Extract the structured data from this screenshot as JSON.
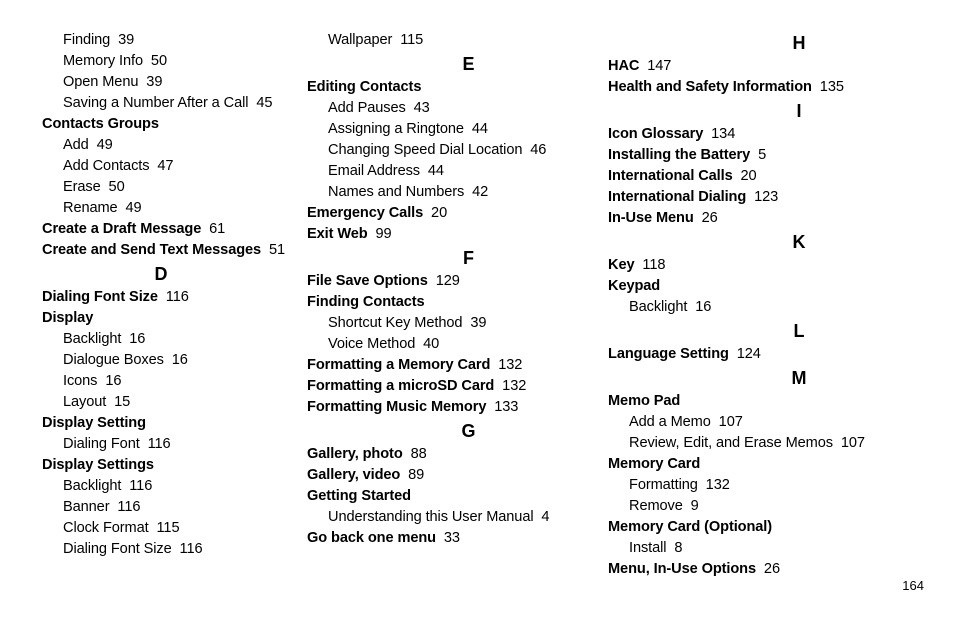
{
  "page": {
    "number": "164",
    "type": "index"
  },
  "columns": [
    {
      "name": "column-1",
      "lines": [
        {
          "kind": "sub",
          "label": "Finding",
          "page": "39"
        },
        {
          "kind": "sub",
          "label": "Memory Info",
          "page": "50"
        },
        {
          "kind": "sub",
          "label": "Open Menu",
          "page": "39"
        },
        {
          "kind": "sub",
          "label": "Saving a Number After a Call",
          "page": "45"
        },
        {
          "kind": "main",
          "label": "Contacts Groups",
          "page": ""
        },
        {
          "kind": "sub",
          "label": "Add",
          "page": "49"
        },
        {
          "kind": "sub",
          "label": "Add Contacts",
          "page": "47"
        },
        {
          "kind": "sub",
          "label": "Erase",
          "page": "50"
        },
        {
          "kind": "sub",
          "label": "Rename",
          "page": "49"
        },
        {
          "kind": "main",
          "label": "Create a Draft Message",
          "page": "61"
        },
        {
          "kind": "main",
          "label": "Create and Send Text Messages",
          "page": "51"
        },
        {
          "kind": "letter",
          "label": "D",
          "page": ""
        },
        {
          "kind": "main",
          "label": "Dialing Font Size",
          "page": "116"
        },
        {
          "kind": "main",
          "label": "Display",
          "page": ""
        },
        {
          "kind": "sub",
          "label": "Backlight",
          "page": "16"
        },
        {
          "kind": "sub",
          "label": "Dialogue Boxes",
          "page": "16"
        },
        {
          "kind": "sub",
          "label": "Icons",
          "page": "16"
        },
        {
          "kind": "sub",
          "label": "Layout",
          "page": "15"
        },
        {
          "kind": "main",
          "label": "Display Setting",
          "page": ""
        },
        {
          "kind": "sub",
          "label": "Dialing Font",
          "page": "116"
        },
        {
          "kind": "main",
          "label": "Display Settings",
          "page": ""
        },
        {
          "kind": "sub",
          "label": "Backlight",
          "page": "116"
        },
        {
          "kind": "sub",
          "label": "Banner",
          "page": "116"
        },
        {
          "kind": "sub",
          "label": "Clock Format",
          "page": "115"
        },
        {
          "kind": "sub",
          "label": "Dialing Font Size",
          "page": "116"
        }
      ]
    },
    {
      "name": "column-2",
      "lines": [
        {
          "kind": "sub",
          "label": "Wallpaper",
          "page": "115"
        },
        {
          "kind": "letter",
          "label": "E",
          "page": ""
        },
        {
          "kind": "main",
          "label": "Editing Contacts",
          "page": ""
        },
        {
          "kind": "sub",
          "label": "Add Pauses",
          "page": "43"
        },
        {
          "kind": "sub",
          "label": "Assigning a Ringtone",
          "page": "44"
        },
        {
          "kind": "sub",
          "label": "Changing Speed Dial Location",
          "page": "46"
        },
        {
          "kind": "sub",
          "label": "Email Address",
          "page": "44"
        },
        {
          "kind": "sub",
          "label": "Names and Numbers",
          "page": "42"
        },
        {
          "kind": "main",
          "label": "Emergency Calls",
          "page": "20"
        },
        {
          "kind": "main",
          "label": "Exit Web",
          "page": "99"
        },
        {
          "kind": "letter",
          "label": "F",
          "page": ""
        },
        {
          "kind": "main",
          "label": "File Save Options",
          "page": "129"
        },
        {
          "kind": "main",
          "label": "Finding Contacts",
          "page": ""
        },
        {
          "kind": "sub",
          "label": "Shortcut Key Method",
          "page": "39"
        },
        {
          "kind": "sub",
          "label": "Voice Method",
          "page": "40"
        },
        {
          "kind": "main",
          "label": "Formatting a Memory Card",
          "page": "132"
        },
        {
          "kind": "main",
          "label": "Formatting a microSD Card",
          "page": "132"
        },
        {
          "kind": "main",
          "label": "Formatting Music Memory",
          "page": "133"
        },
        {
          "kind": "letter",
          "label": "G",
          "page": ""
        },
        {
          "kind": "main",
          "label": "Gallery, photo",
          "page": "88"
        },
        {
          "kind": "main",
          "label": "Gallery, video",
          "page": "89"
        },
        {
          "kind": "main",
          "label": "Getting Started",
          "page": ""
        },
        {
          "kind": "sub",
          "label": "Understanding this User Manual",
          "page": "4"
        },
        {
          "kind": "main",
          "label": "Go back one menu",
          "page": "33"
        }
      ]
    },
    {
      "name": "column-3",
      "lines": [
        {
          "kind": "letter",
          "label": "H",
          "page": ""
        },
        {
          "kind": "main",
          "label": "HAC",
          "page": "147"
        },
        {
          "kind": "main",
          "label": "Health and Safety Information",
          "page": "135"
        },
        {
          "kind": "letter",
          "label": "I",
          "page": ""
        },
        {
          "kind": "main",
          "label": "Icon Glossary",
          "page": "134"
        },
        {
          "kind": "main",
          "label": "Installing the Battery",
          "page": "5"
        },
        {
          "kind": "main",
          "label": "International Calls",
          "page": "20"
        },
        {
          "kind": "main",
          "label": "International Dialing",
          "page": "123"
        },
        {
          "kind": "main",
          "label": "In-Use Menu",
          "page": "26"
        },
        {
          "kind": "letter",
          "label": "K",
          "page": ""
        },
        {
          "kind": "main",
          "label": "Key",
          "page": "118"
        },
        {
          "kind": "main",
          "label": "Keypad",
          "page": ""
        },
        {
          "kind": "sub",
          "label": "Backlight",
          "page": "16"
        },
        {
          "kind": "letter",
          "label": "L",
          "page": ""
        },
        {
          "kind": "main",
          "label": "Language Setting",
          "page": "124"
        },
        {
          "kind": "letter",
          "label": "M",
          "page": ""
        },
        {
          "kind": "main",
          "label": "Memo Pad",
          "page": ""
        },
        {
          "kind": "sub",
          "label": "Add a Memo",
          "page": "107"
        },
        {
          "kind": "sub",
          "label": "Review, Edit, and Erase Memos",
          "page": "107"
        },
        {
          "kind": "main",
          "label": "Memory Card",
          "page": ""
        },
        {
          "kind": "sub",
          "label": "Formatting",
          "page": "132"
        },
        {
          "kind": "sub",
          "label": "Remove",
          "page": "9"
        },
        {
          "kind": "main",
          "label": "Memory Card (Optional)",
          "page": ""
        },
        {
          "kind": "sub",
          "label": "Install",
          "page": "8"
        },
        {
          "kind": "main",
          "label": "Menu, In-Use Options",
          "page": "26"
        }
      ]
    }
  ]
}
